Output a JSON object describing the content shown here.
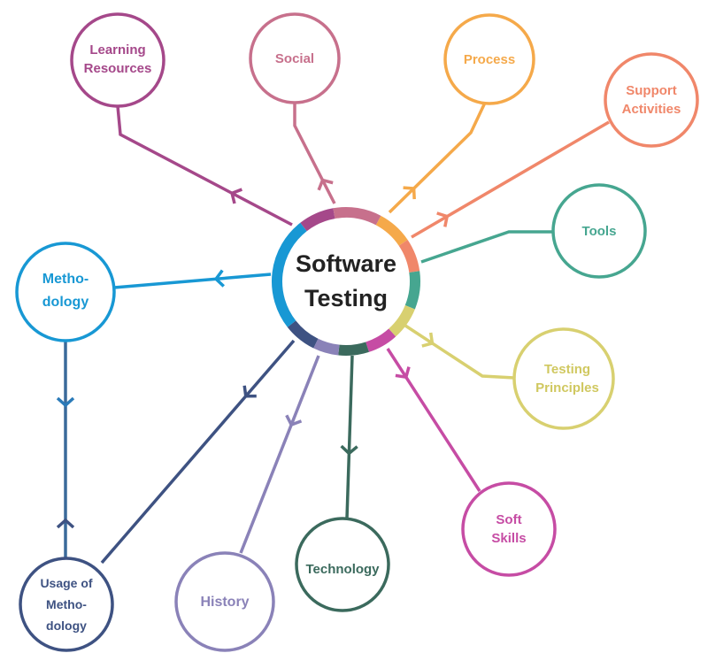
{
  "center": {
    "line1": "Software",
    "line2": "Testing"
  },
  "nodes": {
    "learning": {
      "line1": "Learning",
      "line2": "Resources",
      "color": "#a5488a"
    },
    "social": {
      "line1": "Social",
      "color": "#c7708c"
    },
    "process": {
      "line1": "Process",
      "color": "#f5a94a"
    },
    "support": {
      "line1": "Support",
      "line2": "Activities",
      "color": "#f0876a"
    },
    "tools": {
      "line1": "Tools",
      "color": "#46a690"
    },
    "methodology": {
      "line1": "Metho-",
      "line2": "dology",
      "color": "#1898d4"
    },
    "principles": {
      "line1": "Testing",
      "line2": "Principles",
      "color": "#d8d070"
    },
    "soft": {
      "line1": "Soft",
      "line2": "Skills",
      "color": "#c64ca4"
    },
    "technology": {
      "line1": "Technology",
      "color": "#3b6a5d"
    },
    "history": {
      "line1": "History",
      "color": "#8a82b8"
    },
    "usage": {
      "line1": "Usage of",
      "line2": "Metho-",
      "line3": "dology",
      "color": "#3e5282"
    }
  }
}
